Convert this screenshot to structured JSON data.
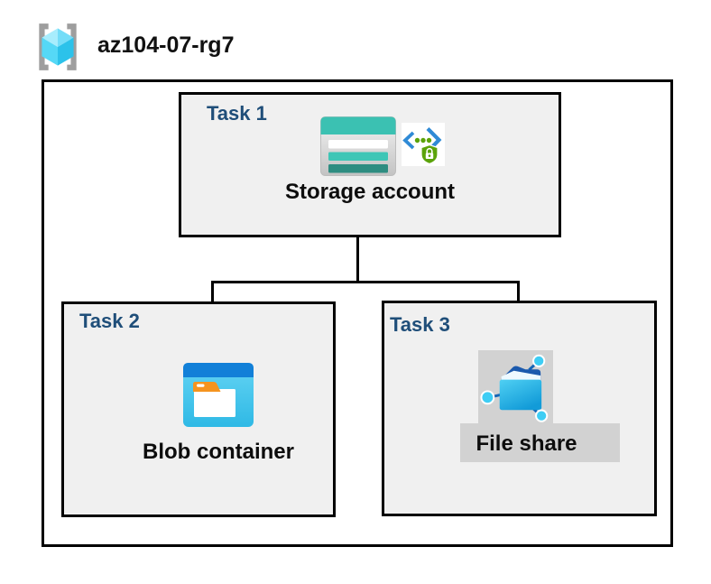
{
  "header": {
    "title": "az104-07-rg7",
    "icon": "resource-group-icon"
  },
  "diagram": {
    "tasks": [
      {
        "label": "Task 1",
        "resource": "Storage account",
        "icons": [
          "storage-account-icon",
          "secure-endpoint-icon"
        ]
      },
      {
        "label": "Task 2",
        "resource": "Blob container",
        "icons": [
          "blob-container-icon"
        ]
      },
      {
        "label": "Task 3",
        "resource": "File share",
        "icons": [
          "file-share-icon"
        ]
      }
    ],
    "connections": [
      {
        "from": "Storage account",
        "to": "Blob container"
      },
      {
        "from": "Storage account",
        "to": "File share"
      }
    ]
  },
  "colors": {
    "task_label": "#1F4E79",
    "box_fill": "#F0F0F0",
    "box_border": "#000000",
    "highlight_gray": "#D2D2D2",
    "storage_teal": "#3BC1B2",
    "blob_blue": "#1280D8",
    "file_share_cyan": "#2FC0EA",
    "endpoint_green": "#5BA30A",
    "endpoint_blue": "#2F8AD6"
  }
}
